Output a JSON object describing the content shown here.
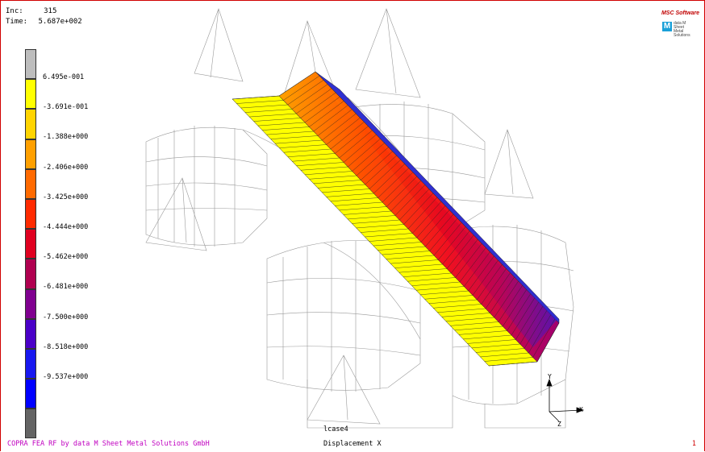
{
  "header": {
    "inc_label": "Inc:",
    "inc_value": "315",
    "time_label": "Time:",
    "time_value": "5.687e+002"
  },
  "legend": {
    "labels": [
      "6.495e-001",
      "-3.691e-001",
      "-1.388e+000",
      "-2.406e+000",
      "-3.425e+000",
      "-4.444e+000",
      "-5.462e+000",
      "-6.481e+000",
      "-7.500e+000",
      "-8.518e+000",
      "-9.537e+000"
    ],
    "colors": [
      "#bdbdbd",
      "#ffff00",
      "#ffd400",
      "#ffa000",
      "#ff6a00",
      "#ff2a00",
      "#e00020",
      "#b00050",
      "#800090",
      "#4a00c8",
      "#1818f0",
      "#0000ff",
      "#646464"
    ]
  },
  "logos": {
    "msc": "MSC Software",
    "datam": "data M Sheet Metal Solutions"
  },
  "axes": {
    "x": "X",
    "y": "Y",
    "z": "Z"
  },
  "footer": {
    "left": "COPRA FEA RF by data M Sheet Metal Solutions GmbH",
    "center": "Displacement X",
    "right": "1",
    "loadcase": "lcase4"
  }
}
